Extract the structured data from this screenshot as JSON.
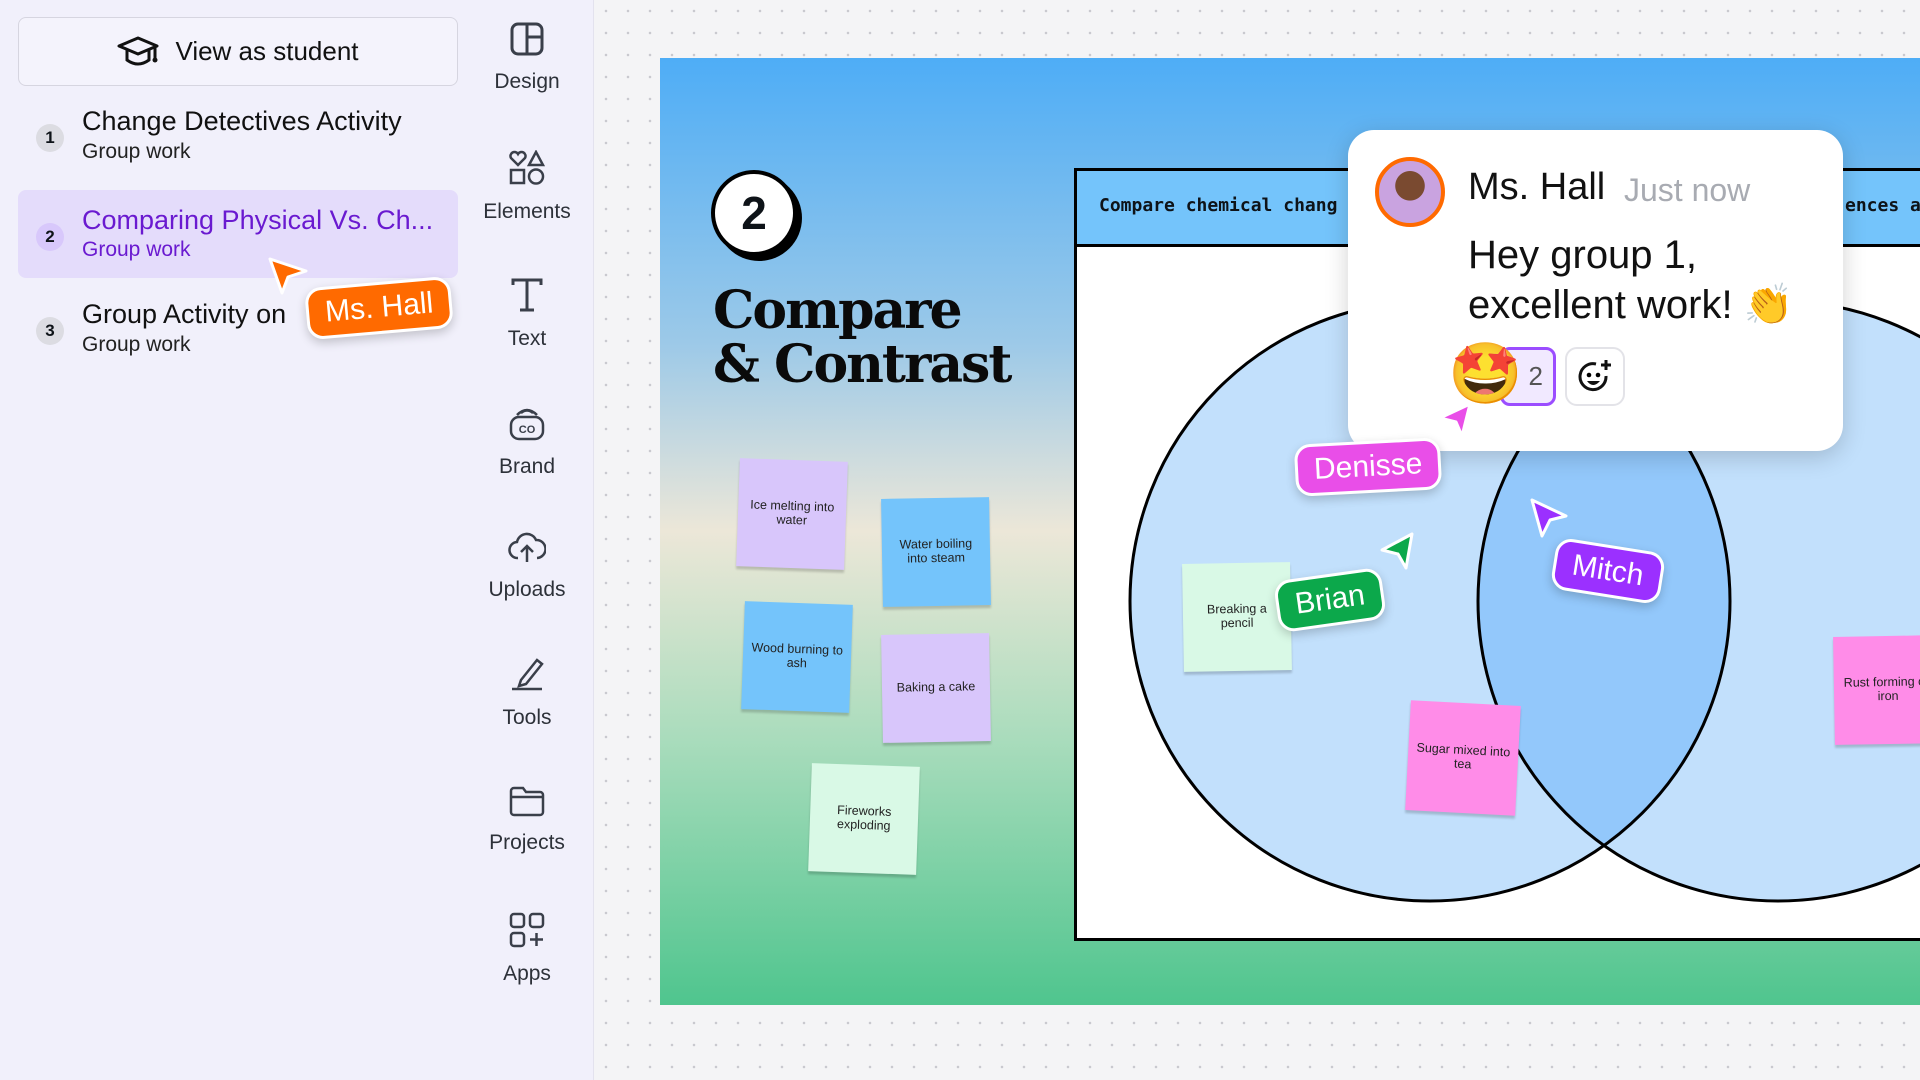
{
  "sidebar": {
    "view_as_student": "View as student",
    "items": [
      {
        "num": "1",
        "title": "Change Detectives Activity",
        "subtitle": "Group work"
      },
      {
        "num": "2",
        "title": "Comparing Physical Vs. Ch...",
        "subtitle": "Group work",
        "selected": true
      },
      {
        "num": "3",
        "title": "Group Activity on",
        "subtitle": "Group work"
      }
    ],
    "cursor_label": "Ms. Hall"
  },
  "rail": [
    {
      "label": "Design",
      "icon": "layout-icon"
    },
    {
      "label": "Elements",
      "icon": "shapes-icon"
    },
    {
      "label": "Text",
      "icon": "text-icon"
    },
    {
      "label": "Brand",
      "icon": "brand-icon"
    },
    {
      "label": "Uploads",
      "icon": "cloud-upload-icon"
    },
    {
      "label": "Tools",
      "icon": "pen-tool-icon"
    },
    {
      "label": "Projects",
      "icon": "folder-icon"
    },
    {
      "label": "Apps",
      "icon": "apps-icon"
    }
  ],
  "slide": {
    "number": "2",
    "title_line1": "Compare",
    "title_line2": "& Contrast",
    "stickies": [
      "Ice melting into water",
      "Water boiling into steam",
      "Wood burning to ash",
      "Baking a cake",
      "Fireworks exploding",
      "Breaking a pencil",
      "Sugar mixed into tea",
      "Rust forming on iron"
    ],
    "venn_header_left": "Compare chemical chang",
    "venn_header_right": "ences an"
  },
  "comment": {
    "author": "Ms. Hall",
    "time": "Just now",
    "line1": "Hey group 1,",
    "line2": "excellent work! 👏",
    "reaction_emoji": "🤩",
    "reaction_count": "2"
  },
  "cursors": {
    "denisse": "Denisse",
    "brian": "Brian",
    "mitch": "Mitch"
  },
  "colors": {
    "accent": "#6a1ad0",
    "ms_hall": "#ff6a00",
    "denisse": "#e94ee8",
    "brian": "#0ca84b",
    "mitch": "#9b30ff"
  }
}
